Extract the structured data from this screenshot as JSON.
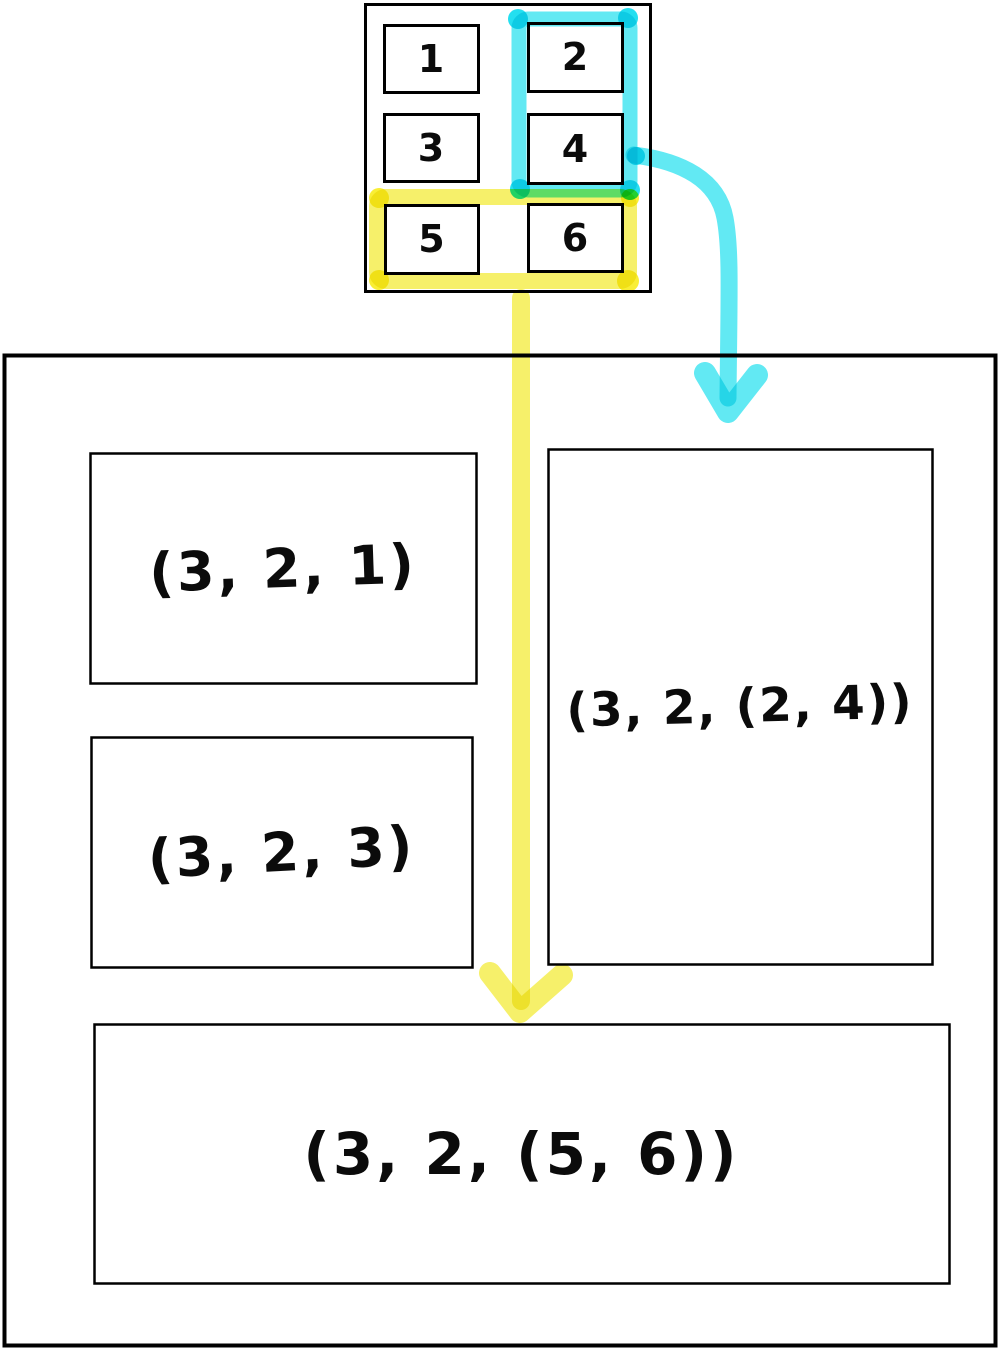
{
  "diagram": {
    "grid": {
      "cells": [
        {
          "id": "cell-1",
          "label": "1"
        },
        {
          "id": "cell-2",
          "label": "2"
        },
        {
          "id": "cell-3",
          "label": "3"
        },
        {
          "id": "cell-4",
          "label": "4"
        },
        {
          "id": "cell-5",
          "label": "5"
        },
        {
          "id": "cell-6",
          "label": "6"
        }
      ]
    },
    "highlights": {
      "cyan_highlight": {
        "around_cells": [
          "2",
          "4"
        ],
        "points_to": "(3, 2, (2, 4))"
      },
      "yellow_highlight": {
        "around_cells": [
          "5",
          "6"
        ],
        "points_to": "(3, 2, (5, 6))"
      }
    },
    "tuples": [
      {
        "id": "tuple-3-2-1",
        "label": "(3, 2, 1)"
      },
      {
        "id": "tuple-3-2-3",
        "label": "(3, 2, 3)"
      },
      {
        "id": "tuple-3-2-24",
        "label": "(3, 2, (2, 4))"
      },
      {
        "id": "tuple-3-2-56",
        "label": "(3, 2, (5, 6))"
      }
    ],
    "colors": {
      "cyan": "#62E9F3",
      "cyan_bright": "#24DFF0",
      "yellow": "#F6F06A",
      "yellow_bright": "#F9EE35",
      "ink": "#000000"
    }
  }
}
